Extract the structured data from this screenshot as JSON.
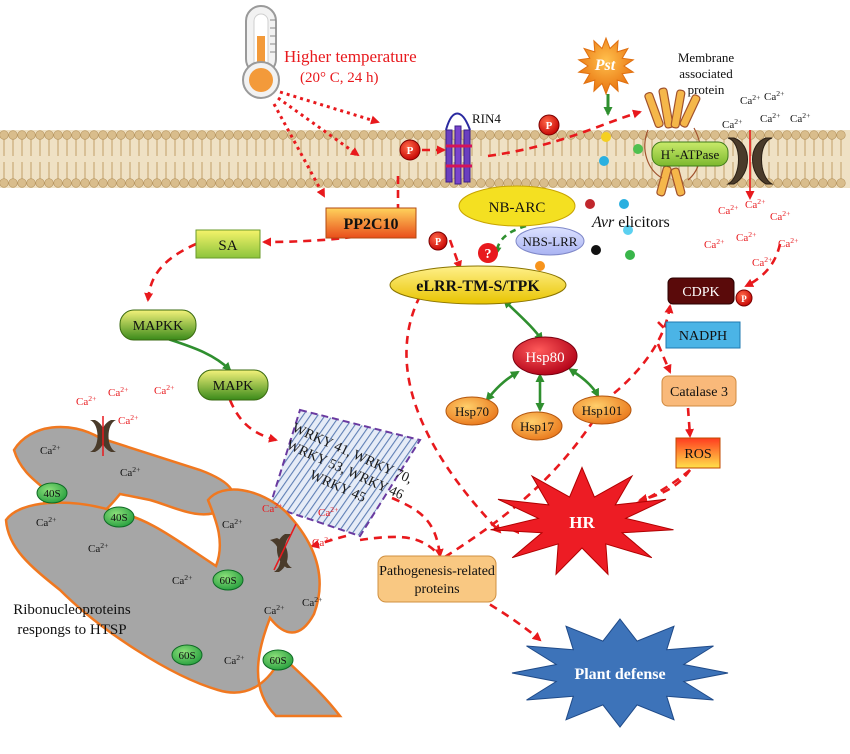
{
  "labels": {
    "temperature_title": "Higher temperature",
    "temperature_condition": "(20° C, 24 h)",
    "rin4": "RIN4",
    "pst": "Pst",
    "membrane_protein_line1": "Membrane",
    "membrane_protein_line2": "associated",
    "membrane_protein_line3": "protein",
    "h_atpase_h": "H",
    "h_atpase_plus": "+",
    "h_atpase_rest": "-ATPase",
    "pp2c10": "PP2C10",
    "nb_arc": "NB-ARC",
    "nbs_lrr": "NBS-LRR",
    "avr_italic": "Avr",
    "avr_rest": " elicitors",
    "elrr": "eLRR-TM-S/TPK",
    "sa": "SA",
    "mapkk": "MAPKK",
    "mapk": "MAPK",
    "hsp80": "Hsp80",
    "hsp70": "Hsp70",
    "hsp17": "Hsp17",
    "hsp101": "Hsp101",
    "cdpk": "CDPK",
    "nadph": "NADPH",
    "catalase3": "Catalase 3",
    "ros": "ROS",
    "hr": "HR",
    "pr_line1": "Pathogenesis-related",
    "pr_line2": "proteins",
    "plant_defense": "Plant defense",
    "ribo_line1": "Ribonucleoproteins",
    "ribo_line2": "respongs to HTSP",
    "wrky_line1": "WRKY 41, WRKY 70,",
    "wrky_line2": "WRKY 53, WRKY 46",
    "wrky_line3": "WRKY 45",
    "phospho": "P",
    "question": "?",
    "ca": "Ca",
    "ca_sup": "2+",
    "ribo_40s": "40S",
    "ribo_60s": "60S"
  },
  "colors": {
    "arrow_red": "#e8191d",
    "arrow_green": "#2f8f2f",
    "membrane": "#d9bd8c",
    "membrane_dark": "#b5935e",
    "er_fill": "#a6a6a6",
    "er_stroke": "#f07820",
    "ribosome": "#39b54a",
    "hr_star": "#ed1c24",
    "defense_star": "#3d73b9",
    "hsp80": "#d6001c",
    "hsp_small": "#f28c1c",
    "pst": "#f7941d",
    "cdpk": "#5a0a0a",
    "nadph": "#4bb4e6",
    "catalase": "#f9b97a",
    "pr_box": "#f9c882"
  },
  "icons": [
    "thermometer-icon",
    "phosphate-icon",
    "calcium-channel-icon",
    "question-icon"
  ]
}
